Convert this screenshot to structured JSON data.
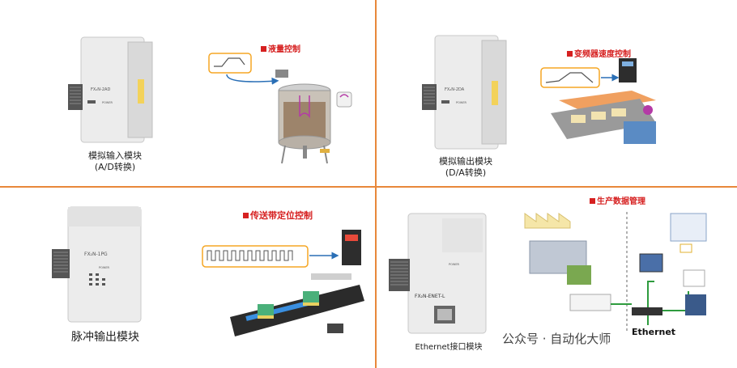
{
  "panels": {
    "ad": {
      "title": "液量控制",
      "caption_line1": "模拟输入模块",
      "caption_line2": "(A/D转换)",
      "module_label": "FX₂N-2AD",
      "led_label": "POWER"
    },
    "da": {
      "title": "变频器速度控制",
      "caption_line1": "模拟输出模块",
      "caption_line2": "(D/A转换)",
      "module_label": "FX₂N-2DA",
      "led_label": "POWER"
    },
    "pulse": {
      "title": "传送带定位控制",
      "caption": "脉冲输出模块",
      "module_label": "FX₂N-1PG",
      "led_label": "POWER"
    },
    "eth": {
      "title": "生产数据管理",
      "caption": "Ethernet接口模块",
      "module_label": "FX₂N-ENET-L",
      "led_label": "POWER",
      "network_label": "Ethernet"
    }
  },
  "watermark": "公众号 · 自动化大师",
  "colors": {
    "divider": "#e8883a",
    "title_red": "#d62020",
    "curve_box": "#f5a623",
    "network_green": "#2e9b3e"
  }
}
